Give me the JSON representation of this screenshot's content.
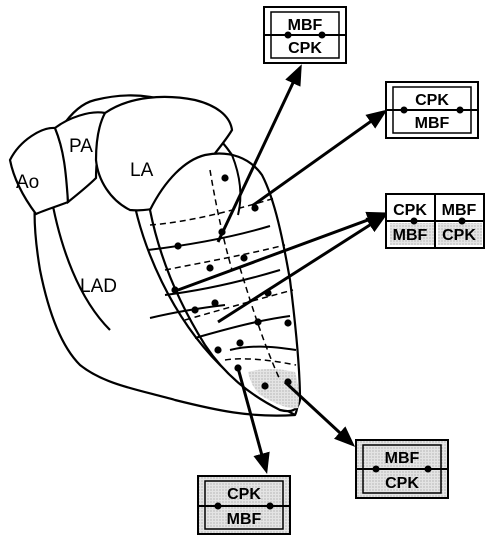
{
  "anatomy": {
    "ao": "Ao",
    "pa": "PA",
    "la": "LA",
    "lad": "LAD"
  },
  "boxes": {
    "top": {
      "upper": "MBF",
      "lower": "CPK"
    },
    "upper_right": {
      "upper": "CPK",
      "lower": "MBF"
    },
    "middle_right": {
      "top_left": "CPK",
      "top_right": "MBF",
      "bottom_left": "MBF",
      "bottom_right": "CPK"
    },
    "lower_right": {
      "upper": "MBF",
      "lower": "CPK"
    },
    "bottom": {
      "upper": "CPK",
      "lower": "MBF"
    }
  },
  "colors": {
    "stroke": "#000000",
    "shade": "#d6d6d6",
    "background": "#ffffff"
  }
}
